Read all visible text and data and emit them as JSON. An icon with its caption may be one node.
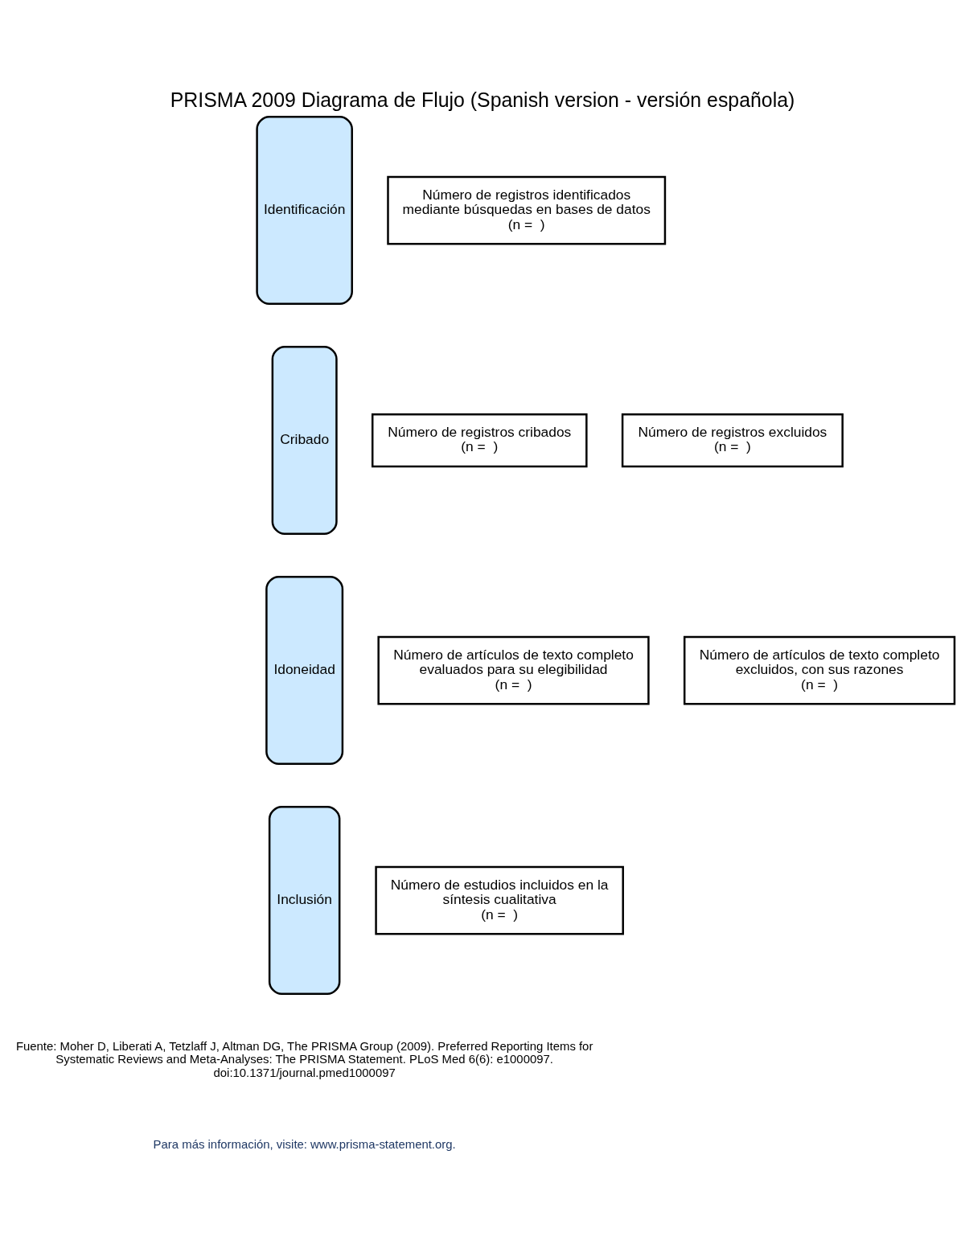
{
  "diagram": {
    "title": "PRISMA 2009 Diagrama de Flujo (Spanish version - versión española)",
    "nodes": [
      {
        "text": [
          "Identificación"
        ]
      },
      {
        "text": [
          "Número de registros identificados mediante búsquedas en bases de datos",
          "(n =  )"
        ]
      },
      {
        "text": [
          "Cribado"
        ]
      },
      {
        "text": [
          "Número de registros cribados",
          "(n =  )"
        ]
      },
      {
        "text": [
          "Número de registros excluidos",
          "(n =  )"
        ]
      },
      {
        "text": [
          "Idoneidad"
        ]
      },
      {
        "text": [
          "Número de artículos de texto completo evaluados para su elegibilidad",
          "(n =  )"
        ]
      },
      {
        "text": [
          "Número de artículos de texto completo excluidos, con sus razones",
          "(n =  )"
        ]
      },
      {
        "text": [
          "Inclusión"
        ]
      },
      {
        "text": [
          "Número de estudios incluidos en la síntesis cualitativa",
          "(n =  )"
        ]
      }
    ],
    "labels": [
      "Fuente: Moher D, Liberati A, Tetzlaff J, Altman DG, The PRISMA Group (2009). Preferred Reporting Items for Systematic Reviews and Meta-Analyses: The PRISMA Statement. PLoS Med 6(6): e1000097. doi:10.1371/journal.pmed1000097",
      "Para más información, visite: www.prisma-statement.org."
    ]
  }
}
